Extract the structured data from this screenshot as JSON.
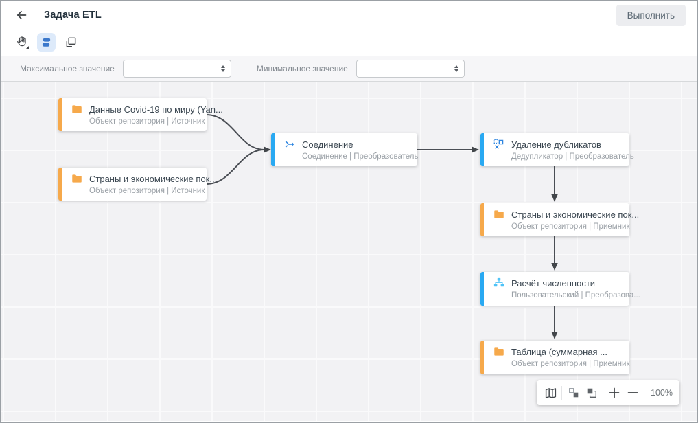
{
  "header": {
    "title": "Задача ETL",
    "run_button": "Выполнить"
  },
  "toolbar": {
    "tools": [
      {
        "name": "pan",
        "icon": "hand-icon",
        "selected": false
      },
      {
        "name": "select-nodes",
        "icon": "nodes-icon",
        "selected": true
      },
      {
        "name": "fit-to-screen",
        "icon": "fit-screen-icon",
        "selected": false
      }
    ]
  },
  "filters": {
    "max_label": "Максимальное значение",
    "max_value": "",
    "min_label": "Минимальное значение",
    "min_value": ""
  },
  "canvas": {
    "nodes": [
      {
        "id": "covid-source",
        "title": "Данные Covid-19 по миру (Yan...",
        "subtitle": "Объект репозитория | Источник",
        "icon": "folder-icon",
        "accent": "orange"
      },
      {
        "id": "countries-source",
        "title": "Страны и экономические пок...",
        "subtitle": "Объект репозитория | Источник",
        "icon": "folder-icon",
        "accent": "orange"
      },
      {
        "id": "join",
        "title": "Соединение",
        "subtitle": "Соединение | Преобразователь",
        "icon": "merge-icon",
        "accent": "blue"
      },
      {
        "id": "dedupe",
        "title": "Удаление дубликатов",
        "subtitle": "Дедупликатор | Преобразователь",
        "icon": "dedupe-icon",
        "accent": "blue"
      },
      {
        "id": "countries-sink",
        "title": "Страны и экономические пок...",
        "subtitle": "Объект репозитория | Приемник",
        "icon": "folder-icon",
        "accent": "orange"
      },
      {
        "id": "calc",
        "title": "Расчёт численности",
        "subtitle": "Пользовательский | Преобразова...",
        "icon": "hierarchy-icon",
        "accent": "blue"
      },
      {
        "id": "table-sink",
        "title": "Таблица (суммарная ...",
        "subtitle": "Объект репозитория | Приемник",
        "icon": "folder-icon",
        "accent": "orange"
      }
    ],
    "edges": [
      {
        "from": "covid-source",
        "to": "join"
      },
      {
        "from": "countries-source",
        "to": "join"
      },
      {
        "from": "join",
        "to": "dedupe"
      },
      {
        "from": "dedupe",
        "to": "countries-sink"
      },
      {
        "from": "countries-sink",
        "to": "calc"
      },
      {
        "from": "calc",
        "to": "table-sink"
      }
    ]
  },
  "zoombar": {
    "zoom_level": "100%",
    "icons": [
      "map-icon",
      "send-backward-icon",
      "bring-forward-icon",
      "zoom-in-icon",
      "zoom-out-icon"
    ]
  },
  "colors": {
    "accent_orange": "#F6A94B",
    "accent_blue": "#29A9F2",
    "icon_blue": "#2F86E0",
    "icon_light_blue": "#4FC3F7",
    "edge": "#4A4E54",
    "selected_tool_bg": "#DDEAFA"
  }
}
